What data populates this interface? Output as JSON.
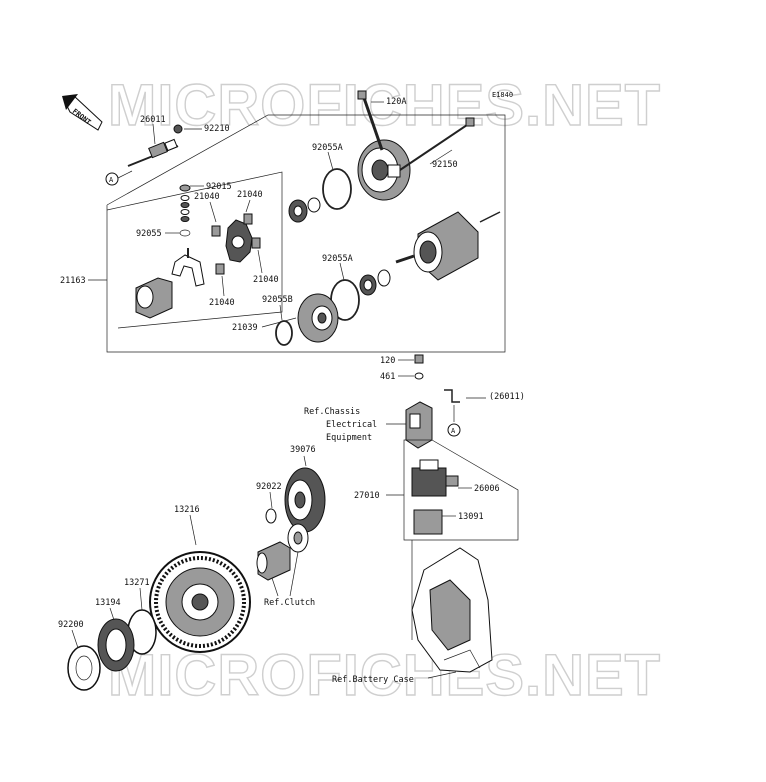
{
  "diagram_code": "E1840",
  "watermark": "MICROFICHES.NET",
  "front_label": "FRONT",
  "labels": {
    "p26011": "26011",
    "p92210": "92210",
    "p120a": "120A",
    "p92150": "92150",
    "p92055a_top": "92055A",
    "p92015": "92015",
    "p21040_a": "21040",
    "p21040_b": "21040",
    "p92055": "92055",
    "p21163": "21163",
    "p21040_c": "21040",
    "p21040_d": "21040",
    "p92055a_mid": "92055A",
    "p92055b": "92055B",
    "p21039": "21039",
    "p120": "120",
    "p461": "461",
    "p26011_ref": "(26011)",
    "ref_chassis_1": "Ref.Chassis",
    "ref_chassis_2": "Electrical",
    "ref_chassis_3": "Equipment",
    "p39076": "39076",
    "p92022": "92022",
    "p27010": "27010",
    "p26006": "26006",
    "p13091": "13091",
    "p13216": "13216",
    "p13271": "13271",
    "p13194": "13194",
    "p92200": "92200",
    "ref_clutch": "Ref.Clutch",
    "ref_battery": "Ref.Battery Case",
    "marker_a": "A"
  }
}
